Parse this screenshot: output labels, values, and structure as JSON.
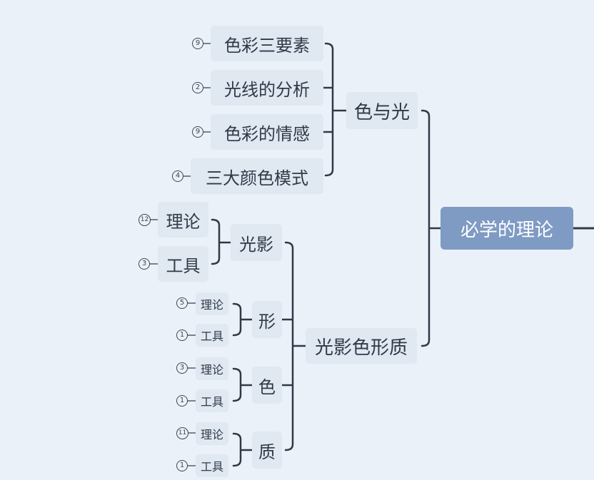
{
  "root": {
    "label": "必学的理论"
  },
  "colors": {
    "background": "#eaf1f9",
    "node_fill": "#e0e8f1",
    "root_fill": "#7f9bc4",
    "line": "#2f3a48",
    "text": "#2f3a48"
  },
  "branches": [
    {
      "label": "色与光",
      "children": [
        {
          "label": "色彩三要素",
          "count": "9"
        },
        {
          "label": "光线的分析",
          "count": "2"
        },
        {
          "label": "色彩的情感",
          "count": "9"
        },
        {
          "label": "三大颜色模式",
          "count": "4"
        }
      ]
    },
    {
      "label": "光影色形质",
      "children": [
        {
          "label": "光影",
          "children": [
            {
              "label": "理论",
              "count": "12"
            },
            {
              "label": "工具",
              "count": "3"
            }
          ]
        },
        {
          "label": "形",
          "children": [
            {
              "label": "理论",
              "count": "5"
            },
            {
              "label": "工具",
              "count": "1"
            }
          ]
        },
        {
          "label": "色",
          "children": [
            {
              "label": "理论",
              "count": "3"
            },
            {
              "label": "工具",
              "count": "1"
            }
          ]
        },
        {
          "label": "质",
          "children": [
            {
              "label": "理论",
              "count": "11"
            },
            {
              "label": "工具",
              "count": "1"
            }
          ]
        }
      ]
    }
  ]
}
